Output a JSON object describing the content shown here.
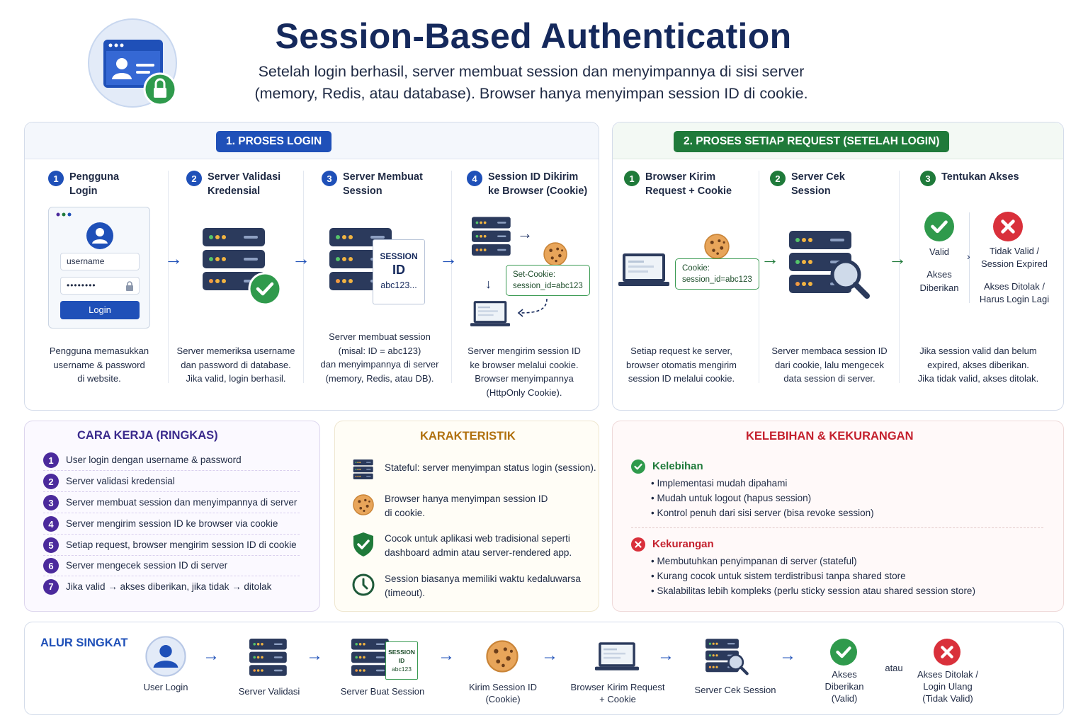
{
  "header": {
    "title": "Session-Based Authentication",
    "subtitle_line1": "Setelah login berhasil, server membuat session dan menyimpannya di sisi server",
    "subtitle_line2": "(memory, Redis, atau database). Browser hanya menyimpan session ID di cookie."
  },
  "login_process": {
    "label": "1. PROSES LOGIN",
    "steps": [
      {
        "num": "1",
        "title1": "Pengguna",
        "title2": "Login",
        "desc": [
          "Pengguna memasukkan",
          "username & password",
          "di website."
        ]
      },
      {
        "num": "2",
        "title1": "Server Validasi",
        "title2": "Kredensial",
        "desc": [
          "Server memeriksa username",
          "dan password di database.",
          "Jika valid, login berhasil."
        ]
      },
      {
        "num": "3",
        "title1": "Server Membuat",
        "title2": "Session",
        "desc": [
          "Server membuat session",
          "(misal: ID = abc123)",
          "dan menyimpannya di server",
          "(memory, Redis, atau DB)."
        ]
      },
      {
        "num": "4",
        "title1": "Session ID Dikirim",
        "title2": "ke Browser (Cookie)",
        "desc": [
          "Server mengirim session ID",
          "ke browser melalui cookie.",
          "Browser menyimpannya",
          "(HttpOnly Cookie)."
        ]
      }
    ],
    "form": {
      "username": "username",
      "password": "••••••••",
      "button": "Login"
    },
    "session_doc": {
      "l1": "SESSION",
      "l2": "ID",
      "l3": "abc123..."
    },
    "set_cookie": {
      "l1": "Set-Cookie:",
      "l2": "session_id=abc123"
    }
  },
  "request_process": {
    "label": "2. PROSES SETIAP REQUEST (SETELAH LOGIN)",
    "steps": [
      {
        "num": "1",
        "title1": "Browser Kirim",
        "title2": "Request + Cookie",
        "desc": [
          "Setiap request ke server,",
          "browser otomatis mengirim",
          "session ID melalui cookie."
        ]
      },
      {
        "num": "2",
        "title1": "Server Cek",
        "title2": "Session",
        "desc": [
          "Server membaca session ID",
          "dari cookie, lalu mengecek",
          "data session di server."
        ]
      },
      {
        "num": "3",
        "title1": "Tentukan Akses",
        "title2": "",
        "desc": [
          "Jika session valid dan belum",
          "expired, akses diberikan.",
          "Jika tidak valid, akses ditolak."
        ]
      }
    ],
    "cookie": {
      "l1": "Cookie:",
      "l2": "session_id=abc123"
    },
    "valid": {
      "l1": "Valid",
      "l2": "Akses",
      "l3": "Diberikan"
    },
    "invalid": {
      "l1": "Tidak Valid /",
      "l2": "Session Expired",
      "l3": "Akses Ditolak /",
      "l4": "Harus Login Lagi"
    }
  },
  "cara_kerja": {
    "title": "CARA KERJA (RINGKAS)",
    "items": [
      "User login dengan username & password",
      "Server validasi kredensial",
      "Server membuat session dan menyimpannya di server",
      "Server mengirim session ID ke browser via cookie",
      "Setiap request, browser mengirim session ID di cookie",
      "Server mengecek session ID di server",
      "Jika valid → akses diberikan, jika tidak → ditolak"
    ]
  },
  "karakteristik": {
    "title": "KARAKTERISTIK",
    "items": [
      {
        "l1": "Stateful: server menyimpan status login (session).",
        "l2": ""
      },
      {
        "l1": "Browser hanya menyimpan session ID",
        "l2": "di cookie."
      },
      {
        "l1": "Cocok untuk aplikasi web tradisional seperti",
        "l2": "dashboard admin atau server-rendered app."
      },
      {
        "l1": "Session biasanya memiliki waktu kedaluwarsa",
        "l2": "(timeout)."
      }
    ]
  },
  "kelebihan_kekurangan": {
    "title": "KELEBIHAN & KEKURANGAN",
    "pros_title": "Kelebihan",
    "pros": [
      "Implementasi mudah dipahami",
      "Mudah untuk logout (hapus session)",
      "Kontrol penuh dari sisi server (bisa revoke session)"
    ],
    "cons_title": "Kekurangan",
    "cons": [
      "Membutuhkan penyimpanan di server (stateful)",
      "Kurang cocok untuk sistem terdistribusi tanpa shared store",
      "Skalabilitas lebih kompleks (perlu sticky session atau shared session store)"
    ]
  },
  "alur": {
    "title": "ALUR SINGKAT",
    "steps": [
      {
        "l1": "User Login",
        "l2": ""
      },
      {
        "l1": "Server Validasi",
        "l2": ""
      },
      {
        "l1": "Server Buat Session",
        "l2": ""
      },
      {
        "l1": "Kirim Session ID",
        "l2": "(Cookie)"
      },
      {
        "l1": "Browser Kirim Request",
        "l2": "+ Cookie"
      },
      {
        "l1": "Server Cek Session",
        "l2": ""
      }
    ],
    "ok": {
      "l1": "Akses",
      "l2": "Diberikan",
      "l3": "(Valid)"
    },
    "or": "atau",
    "fail": {
      "l1": "Akses Ditolak /",
      "l2": "Login Ulang",
      "l3": "(Tidak Valid)"
    },
    "mini_doc": {
      "l1": "SESSION",
      "l2": "ID",
      "l3": "abc123"
    }
  },
  "colors": {
    "blue": "#1f50b8",
    "green": "#1f7a3a",
    "purple": "#4b2a9c",
    "orange": "#b0700e",
    "red": "#c4212e",
    "navy": "#15295c"
  }
}
